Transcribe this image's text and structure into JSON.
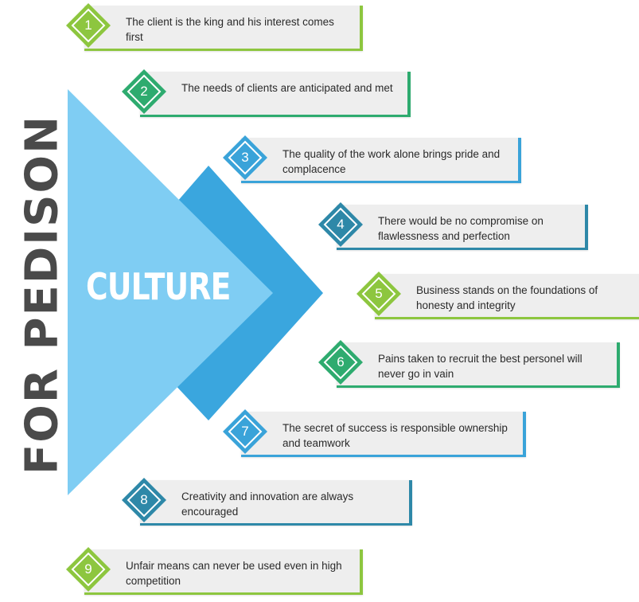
{
  "vertical_title": "FOR PEDISON",
  "center_label": "CULTURE",
  "colors": {
    "green": "#8dc63f",
    "teal": "#2eab6f",
    "blue": "#3aa3d9",
    "steel": "#2e88a8",
    "triangle_light": "#7fcdf3",
    "triangle_dark": "#3aa6de",
    "title_gray": "#4a4a4a"
  },
  "items": [
    {
      "number": "1",
      "text": "The client is the king and his interest comes first",
      "color": "#8dc63f"
    },
    {
      "number": "2",
      "text": "The needs of clients are anticipated and met",
      "color": "#2eab6f"
    },
    {
      "number": "3",
      "text": "The quality of the work alone brings pride and complacence",
      "color": "#3aa3d9"
    },
    {
      "number": "4",
      "text": "There would be no compromise on flawlessness and perfection",
      "color": "#2e88a8"
    },
    {
      "number": "5",
      "text": "Business stands on the foundations of honesty and integrity",
      "color": "#8dc63f"
    },
    {
      "number": "6",
      "text": "Pains taken to recruit the best personel will never go in vain",
      "color": "#2eab6f"
    },
    {
      "number": "7",
      "text": "The secret of success is responsible ownership and teamwork",
      "color": "#3aa3d9"
    },
    {
      "number": "8",
      "text": "Creativity and innovation are always encouraged",
      "color": "#2e88a8"
    },
    {
      "number": "9",
      "text": "Unfair means can never be used even in high competition",
      "color": "#8dc63f"
    }
  ]
}
